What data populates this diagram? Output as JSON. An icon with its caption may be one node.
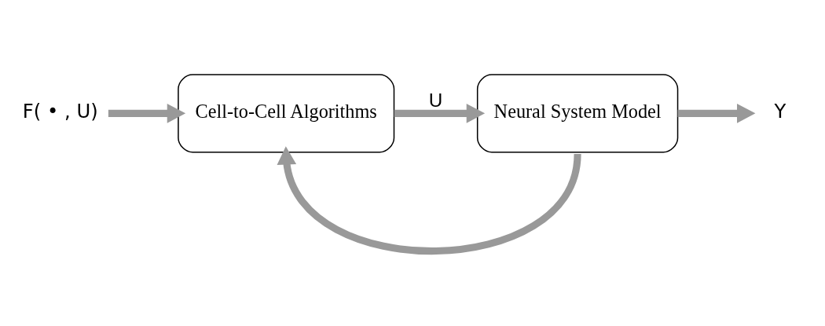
{
  "diagram": {
    "nodes": [
      {
        "text": [
          "Cell-to-Cell Algorithms"
        ]
      },
      {
        "text": [
          "Neural System Model"
        ]
      },
      {
        "text": [
          "F( • , U)"
        ]
      },
      {
        "text": [
          "Y"
        ]
      }
    ],
    "edges": [
      {
        "from": 2,
        "to": 0,
        "arrow": "to"
      },
      {
        "from": 0,
        "to": 1,
        "arrow": "to",
        "label": "U"
      },
      {
        "from": 1,
        "to": 3,
        "arrow": "to"
      },
      {
        "from": 1,
        "to": 0,
        "arrow": "to"
      }
    ]
  }
}
